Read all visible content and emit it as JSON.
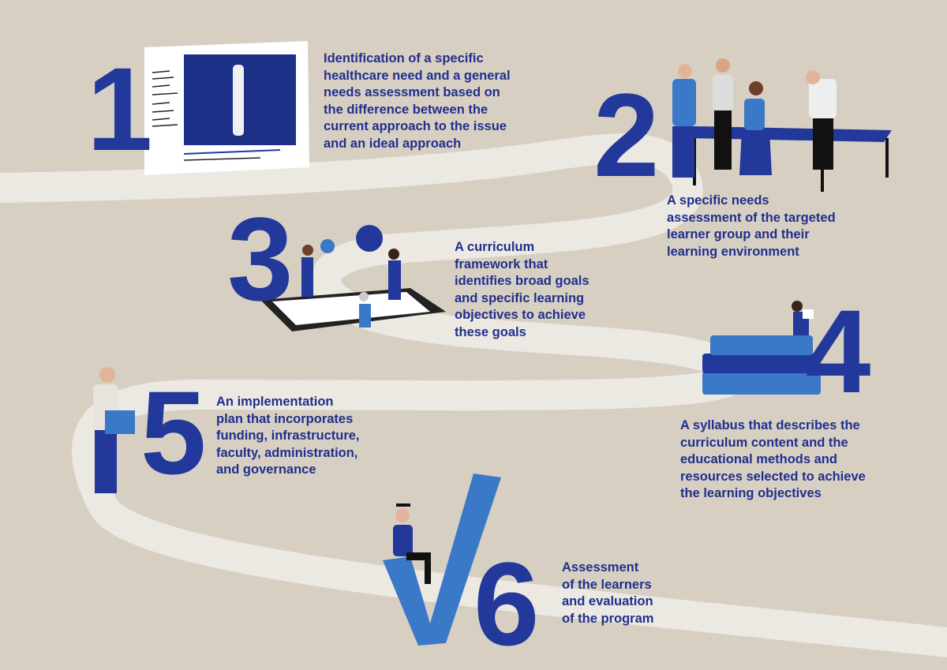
{
  "colors": {
    "background": "#d8cfc3",
    "path": "#ece8e2",
    "navy": "#22389a",
    "text": "#1f2f8c",
    "light_blue": "#3a78c8"
  },
  "steps": [
    {
      "number": "1",
      "icon": "xray-document-icon",
      "text": "Identification of a specific\nhealthcare need and a general\nneeds assessment based on\nthe difference between the\ncurrent approach to the issue\nand an ideal approach"
    },
    {
      "number": "2",
      "icon": "team-table-icon",
      "text": "A specific needs\nassessment of the targeted\nlearner group and their\nlearning environment"
    },
    {
      "number": "3",
      "icon": "tablet-people-icon",
      "text": "A curriculum\nframework that\nidentifies broad goals\nand specific learning\nobjectives to achieve\nthese goals"
    },
    {
      "number": "4",
      "icon": "books-icon",
      "text": "A syllabus that describes the\ncurriculum content and the\neducational methods and\nresources selected to achieve\nthe learning objectives"
    },
    {
      "number": "5",
      "icon": "person-folder-icon",
      "text": "An implementation\nplan that incorporates\nfunding, infrastructure,\nfaculty, administration,\nand governance"
    },
    {
      "number": "6",
      "icon": "checkmark-graduate-icon",
      "text": "Assessment\nof the learners\nand evaluation\nof the program"
    }
  ]
}
